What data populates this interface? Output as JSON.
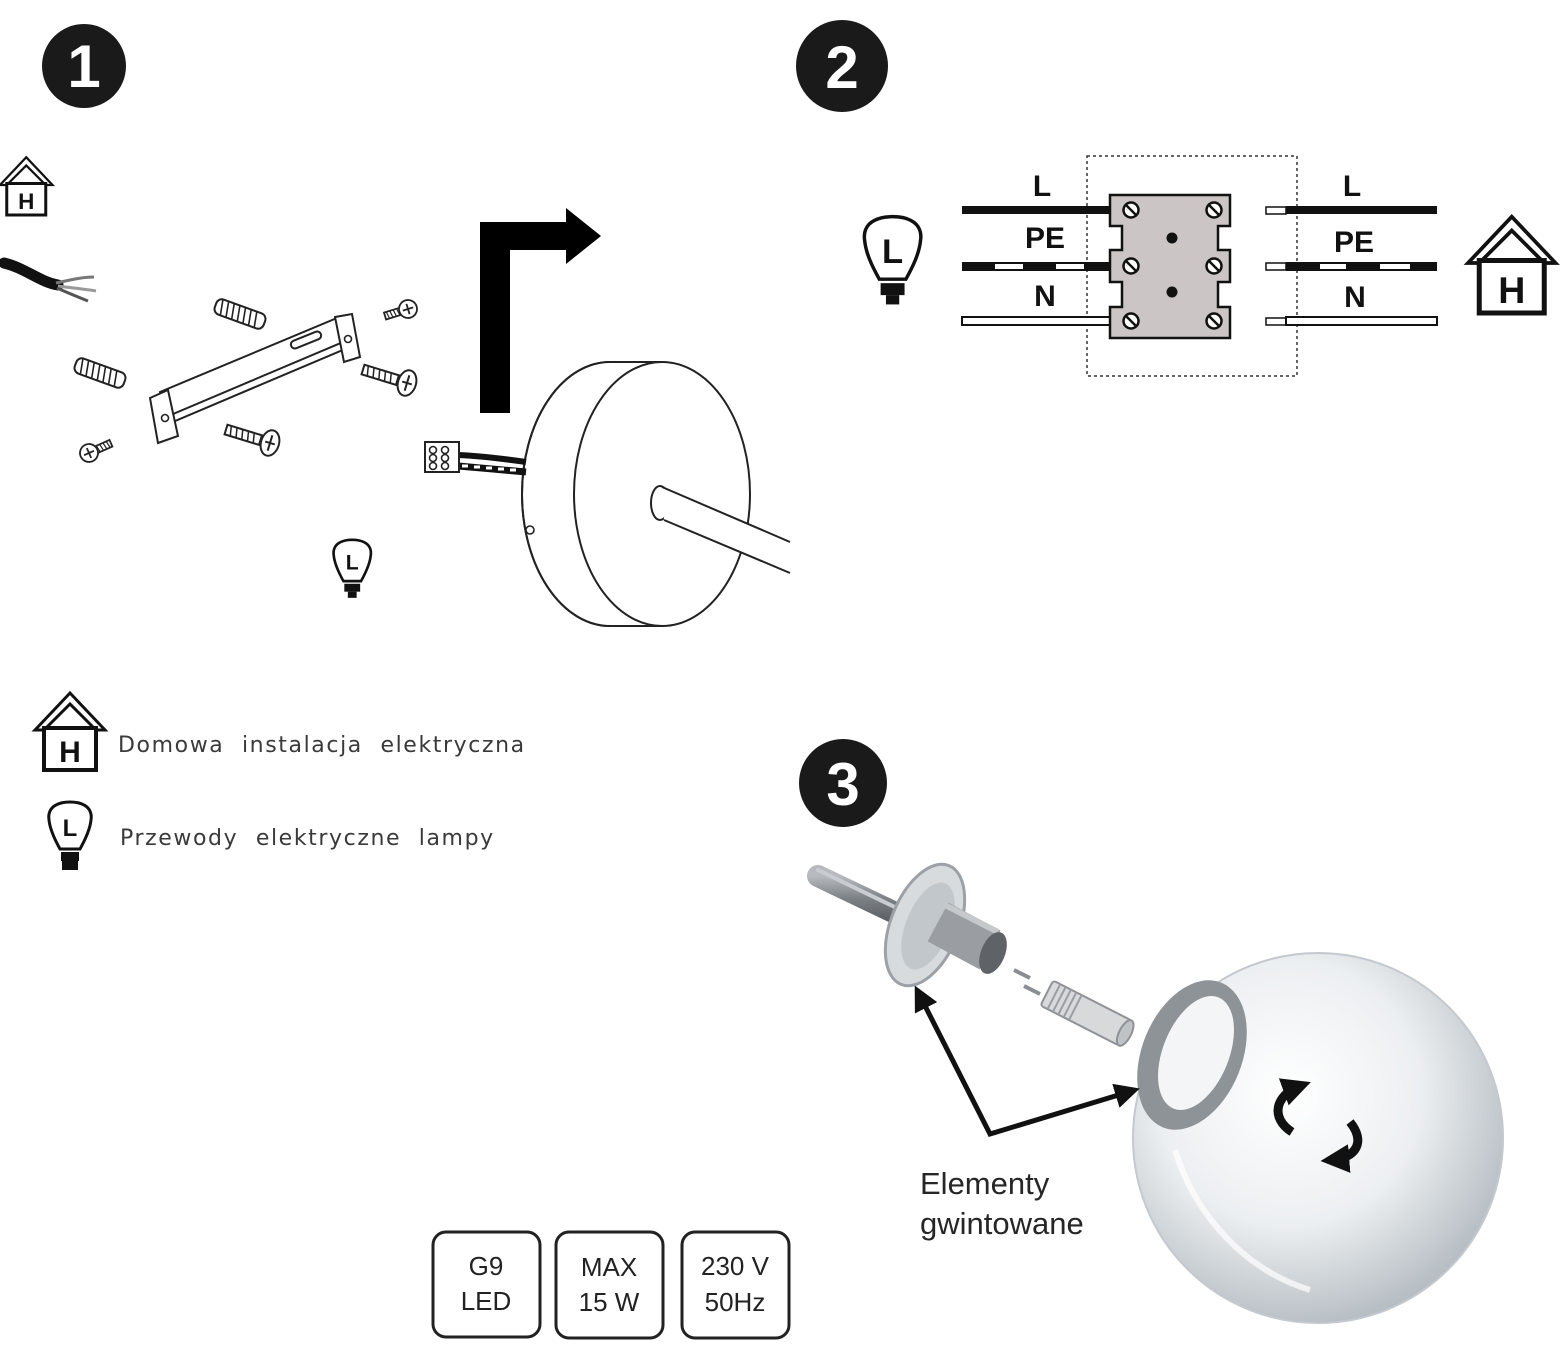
{
  "steps": [
    "1",
    "2",
    "3"
  ],
  "icons": {
    "house": "house-icon",
    "lamp": "lamp-bulb-icon",
    "house_letter": "H",
    "lamp_letter": "L"
  },
  "wiring": {
    "left": [
      "L",
      "PE",
      "N"
    ],
    "right": [
      "L",
      "PE",
      "N"
    ]
  },
  "legend": {
    "house": "Domowa instalacja elektryczna",
    "lamp": "Przewody elektryczne lampy"
  },
  "threaded_label": [
    "Elementy",
    "gwintowane"
  ],
  "specs": [
    [
      "G9",
      "LED"
    ],
    [
      "MAX",
      "15 W"
    ],
    [
      "230 V",
      "50Hz"
    ]
  ],
  "colors": {
    "ink": "#151515",
    "terminal_block": "#ccc5c5",
    "glass": "#e4e8eb",
    "metal": "#9a9ea2"
  }
}
